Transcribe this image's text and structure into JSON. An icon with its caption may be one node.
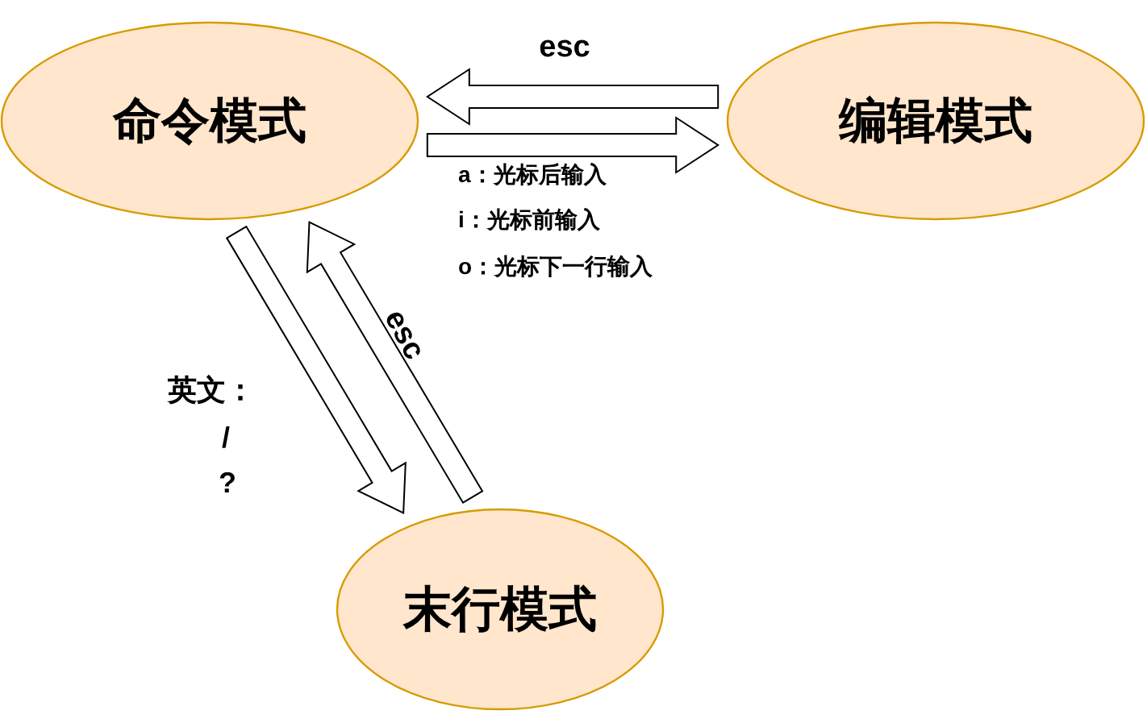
{
  "diagram": {
    "nodes": [
      {
        "text": [
          "命令模式"
        ]
      },
      {
        "text": [
          "编辑模式"
        ]
      },
      {
        "text": [
          "末行模式"
        ]
      }
    ],
    "edges": [
      {
        "from": 1,
        "to": 0,
        "arrow": "to",
        "label": "esc"
      },
      {
        "from": 0,
        "to": 1,
        "arrow": "to"
      },
      {
        "from": 0,
        "to": 2,
        "arrow": "to"
      },
      {
        "from": 2,
        "to": 0,
        "arrow": "to",
        "label": "esc"
      }
    ],
    "labels": [
      "a：光标后输入",
      "i：光标前输入",
      "o：光标下一行输入",
      "英文：",
      "/",
      "?"
    ]
  }
}
